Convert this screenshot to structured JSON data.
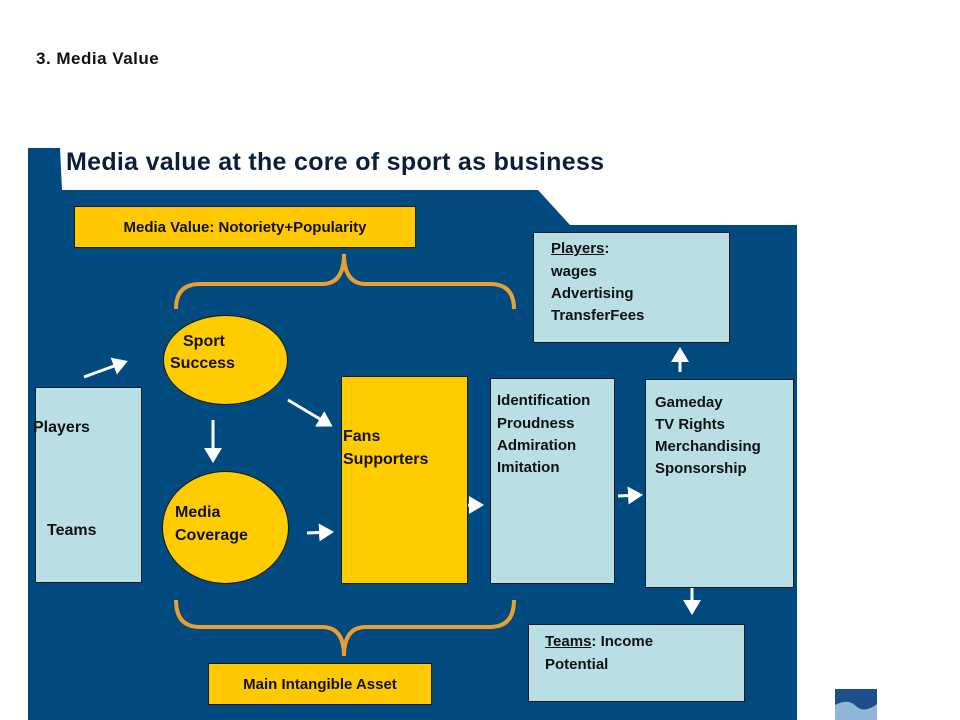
{
  "section_label": "3. Media Value",
  "title": "Media value at the core of sport as business",
  "top_box": "Media Value: Notoriety+Popularity",
  "bottom_box": "Main Intangible Asset",
  "players_teams": {
    "players": "Players",
    "teams": "Teams"
  },
  "sport_success": {
    "line1": "Sport",
    "line2": "Success"
  },
  "media_coverage": {
    "line1": "Media",
    "line2": "Coverage"
  },
  "fans": {
    "line1": "Fans",
    "line2": "Supporters"
  },
  "identification": [
    "Identification",
    "Proudness",
    "Admiration",
    "Imitation"
  ],
  "revenue": [
    "Gameday",
    "TV Rights",
    "Merchandising",
    "Sponsorship"
  ],
  "players_box": {
    "heading": "Players",
    "colon": ":",
    "lines": [
      "wages",
      "Advertising",
      "TransferFees"
    ]
  },
  "teams_box": {
    "heading": "Teams",
    "rest": ": Income",
    "line2": "Potential"
  },
  "colors": {
    "background_blue": "#004a80",
    "box_orange": "#ffc800",
    "box_cyan": "#b9dfe5",
    "brace_orange": "#e8a030"
  }
}
